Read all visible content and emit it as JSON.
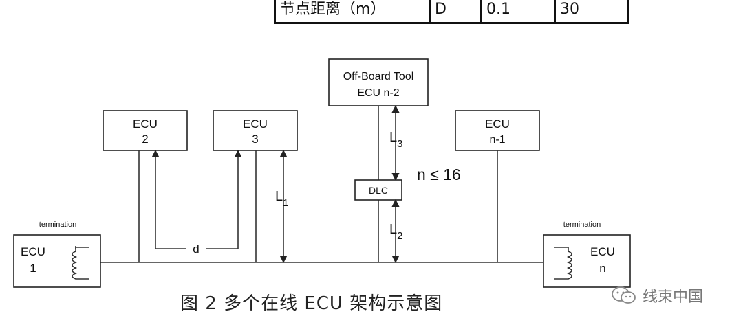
{
  "table": {
    "row": [
      "节点距离（m）",
      "D",
      "0.1",
      "30"
    ]
  },
  "diagram": {
    "off_board_tool": [
      "Off-Board Tool",
      "ECU  n-2"
    ],
    "ecu2": [
      "ECU",
      "2"
    ],
    "ecu3": [
      "ECU",
      "3"
    ],
    "ecun1": [
      "ECU",
      "n-1"
    ],
    "ecu1": [
      "ECU",
      "1"
    ],
    "ecun": [
      "ECU",
      "n"
    ],
    "termination_left": "termination",
    "termination_right": "termination",
    "dlc": "DLC",
    "n_constraint": "n ≤ 16",
    "d_label": "d",
    "L1": {
      "main": "L",
      "sub": "1"
    },
    "L2": {
      "main": "L",
      "sub": "2"
    },
    "L3": {
      "main": "L",
      "sub": "3"
    }
  },
  "caption": "图 2 多个在线 ECU 架构示意图",
  "watermark": "线束中国",
  "colors": {
    "line": "#333333",
    "text": "#111111",
    "watermark": "#777777"
  }
}
